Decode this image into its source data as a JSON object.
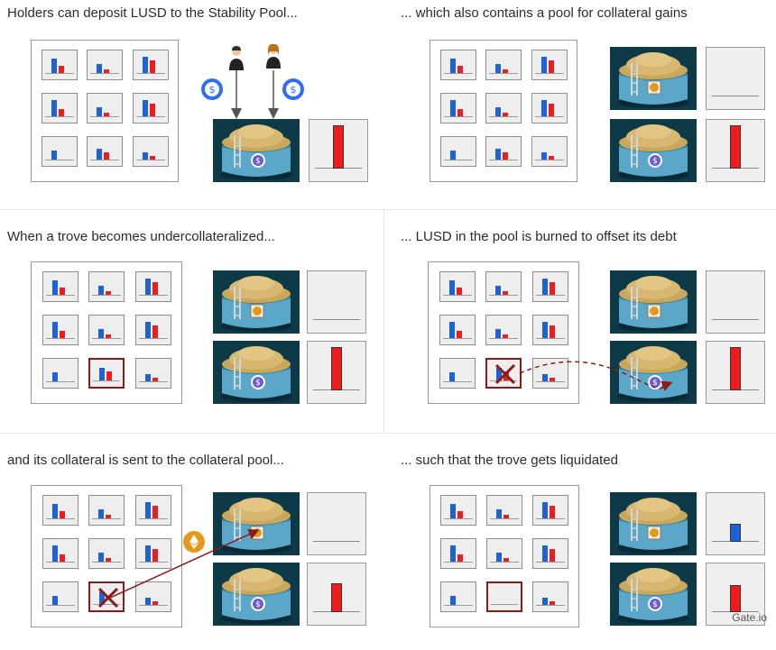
{
  "panels": [
    {
      "caption": "Holders can deposit LUSD to the Stability Pool..."
    },
    {
      "caption": "... which also contains a pool for collateral gains"
    },
    {
      "caption": "When a trove becomes undercollateralized..."
    },
    {
      "caption": "... LUSD in the pool is burned to offset its debt"
    },
    {
      "caption": "and its collateral is sent to the collateral pool..."
    },
    {
      "caption": "... such that the trove gets liquidated"
    }
  ],
  "watermark": "Gate.io",
  "colors": {
    "debt": "#1e63d6",
    "collateral": "#ee1c1c",
    "highlight": "#8b1a1a",
    "pool_bg": "#0e3a48"
  }
}
